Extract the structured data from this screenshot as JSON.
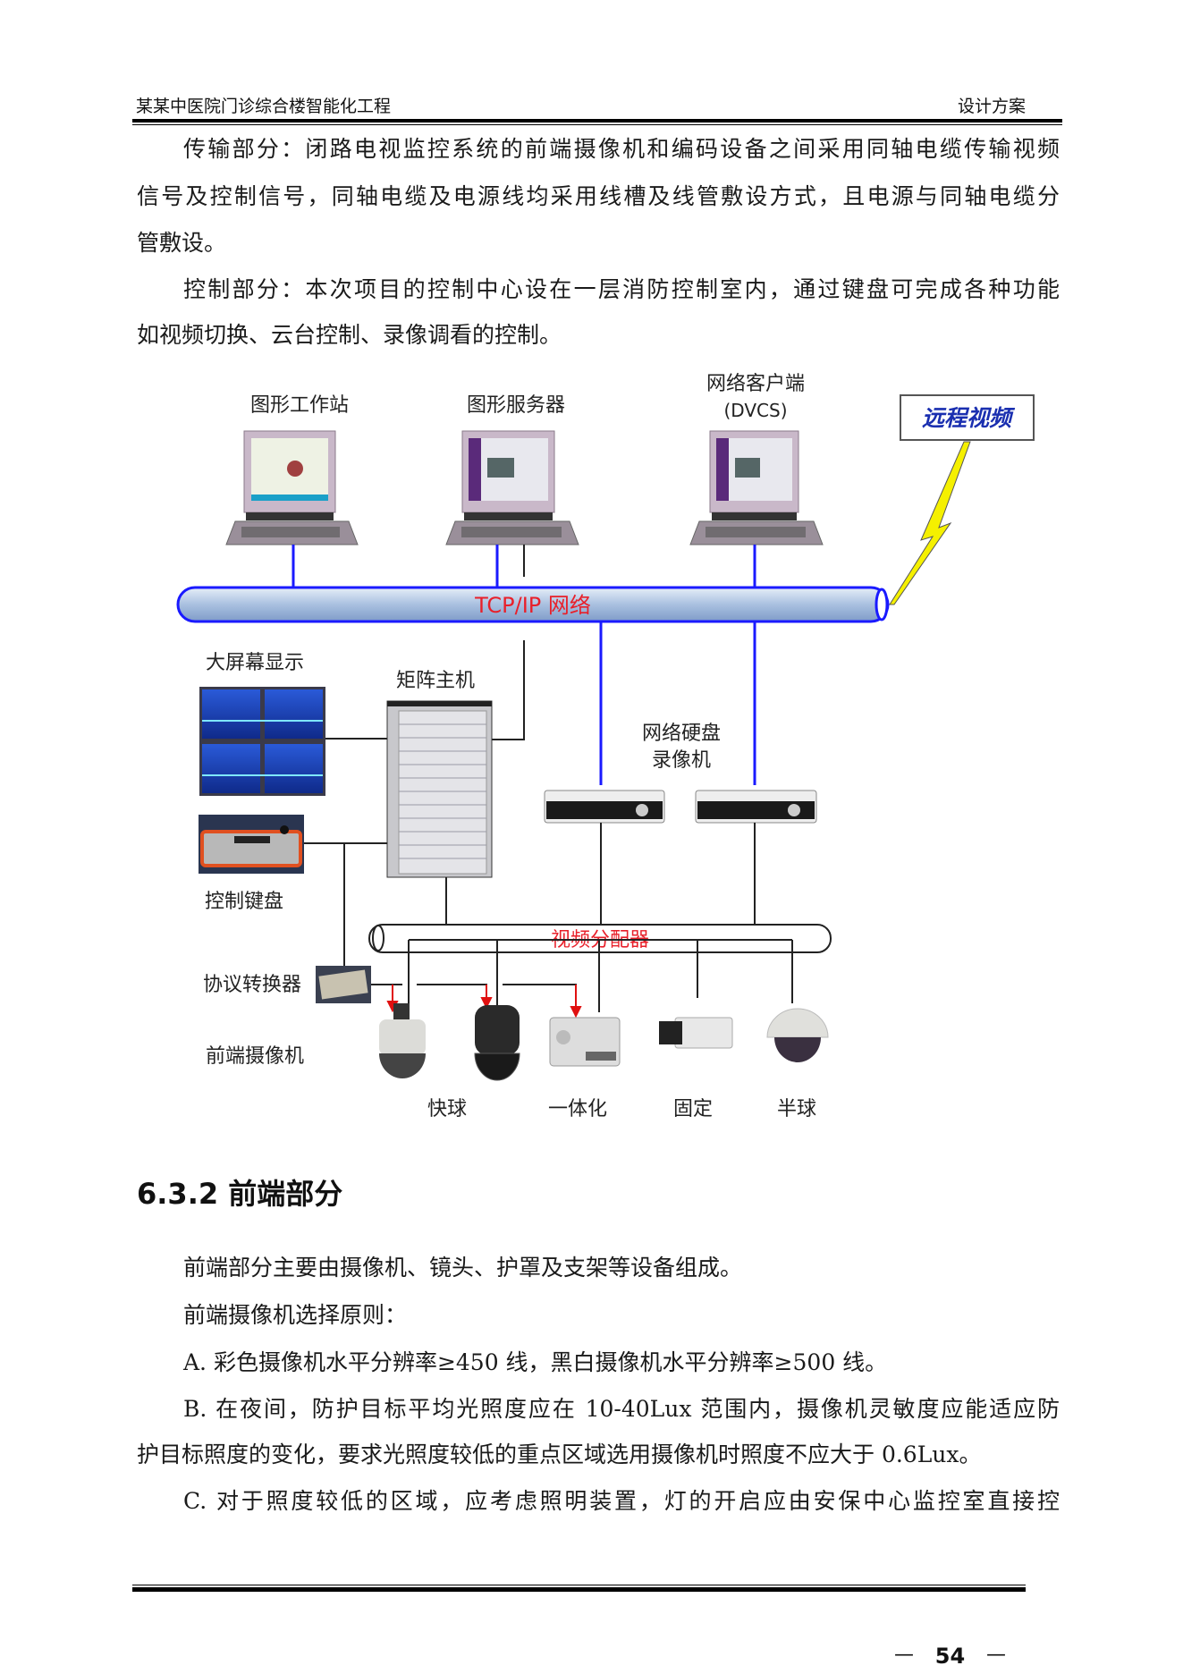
{
  "header": {
    "left": "某某中医院门诊综合楼智能化工程",
    "right": "设计方案"
  },
  "intro_paragraphs": [
    {
      "lines": [
        "传输部分：闭路电视监控系统的前端摄像机和编码设备之间采用同轴电缆传输视频",
        "信号及控制信号，同轴电缆及电源线均采用线槽及线管敷设方式，且电源与同轴电缆分",
        "管敷设。"
      ]
    },
    {
      "lines": [
        "控制部分：本次项目的控制中心设在一层消防控制室内，通过键盘可完成各种功能",
        "如视频切换、云台控制、录像调看的控制。"
      ]
    }
  ],
  "diagram": {
    "workstation": "图形工作站",
    "server": "图形服务器",
    "client_line1": "网络客户端",
    "client_line2": "(DVCS)",
    "remote_video": "远程视频",
    "tcpip": "TCP/IP 网络",
    "big_screen": "大屏幕显示",
    "matrix": "矩阵主机",
    "nvr_line1": "网络硬盘",
    "nvr_line2": "录像机",
    "keyboard": "控制键盘",
    "distributor": "视频分配器",
    "protocol_converter": "协议转换器",
    "front_camera": "前端摄像机",
    "cam_speed": "快球",
    "cam_integrated": "一体化",
    "cam_fixed": "固定",
    "cam_dome": "半球",
    "colors": {
      "network_line": "#1a1aff",
      "pipe_fill": "#b8cde8",
      "label_red": "#e8202a",
      "remote_text": "#1a2fb0",
      "arrow": "#e01010"
    }
  },
  "section": {
    "heading": "6.3.2 前端部分"
  },
  "section_paragraphs": [
    {
      "lines": [
        "前端部分主要由摄像机、镜头、护罩及支架等设备组成。"
      ]
    },
    {
      "lines": [
        "前端摄像机选择原则："
      ]
    },
    {
      "lines": [
        "A. 彩色摄像机水平分辨率≥450 线，黑白摄像机水平分辨率≥500 线。"
      ]
    },
    {
      "lines": [
        "B. 在夜间，防护目标平均光照度应在 10-40Lux 范围内，摄像机灵敏度应能适应防",
        "护目标照度的变化，要求光照度较低的重点区域选用摄像机时照度不应大于 0.6Lux。"
      ]
    },
    {
      "lines": [
        "C. 对于照度较低的区域，应考虑照明装置，灯的开启应由安保中心监控室直接控"
      ]
    }
  ],
  "footer": {
    "page_number": "54",
    "dash": "—"
  }
}
